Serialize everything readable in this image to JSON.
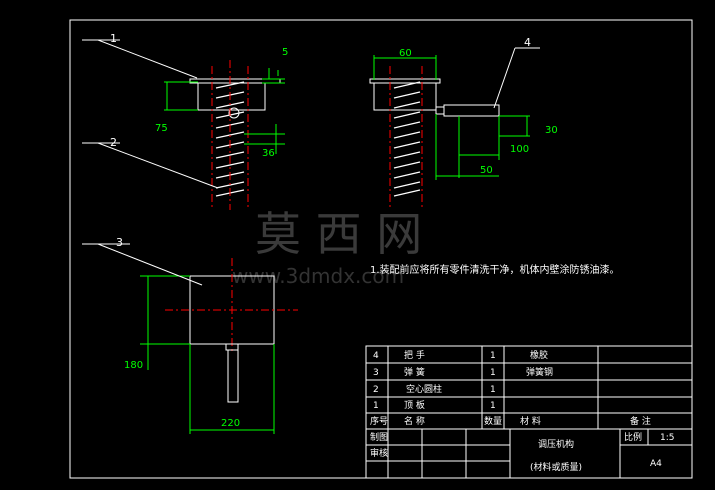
{
  "colors": {
    "background": "#000000",
    "frame": "#ffffff",
    "dimension": "#00ff00",
    "centerline": "#ff0000",
    "leader": "#ffffff"
  },
  "part_labels": [
    "1",
    "2",
    "3",
    "4"
  ],
  "dimensions": {
    "d5": "5",
    "d75": "75",
    "d36": "36",
    "d60": "60",
    "d100": "100",
    "d30": "30",
    "d50": "50",
    "d180": "180",
    "d220": "220"
  },
  "note": "1.装配前应将所有零件清洗干净，机体内壁涂防锈油漆。",
  "watermark": {
    "cn": "莫 西 网",
    "url": "www.3dmdx.com"
  },
  "bom": {
    "rows": [
      {
        "no": "4",
        "name": "把 手",
        "qty": "1",
        "material": "橡胶",
        "remark": ""
      },
      {
        "no": "3",
        "name": "弹 簧",
        "qty": "1",
        "material": "弹簧钢",
        "remark": ""
      },
      {
        "no": "2",
        "name": "空心圆柱",
        "qty": "1",
        "material": "",
        "remark": ""
      },
      {
        "no": "1",
        "name": "顶 板",
        "qty": "1",
        "material": "",
        "remark": ""
      }
    ],
    "header": {
      "no": "序号",
      "name": "名 称",
      "qty": "数量",
      "material": "材 料",
      "remark": "备 注"
    }
  },
  "title_block": {
    "drawn": "制图",
    "checked": "审核",
    "title": "调压机构",
    "material_note": "(材料或质量)",
    "scale_label": "比例",
    "scale": "1:5",
    "sheet": "A4"
  }
}
